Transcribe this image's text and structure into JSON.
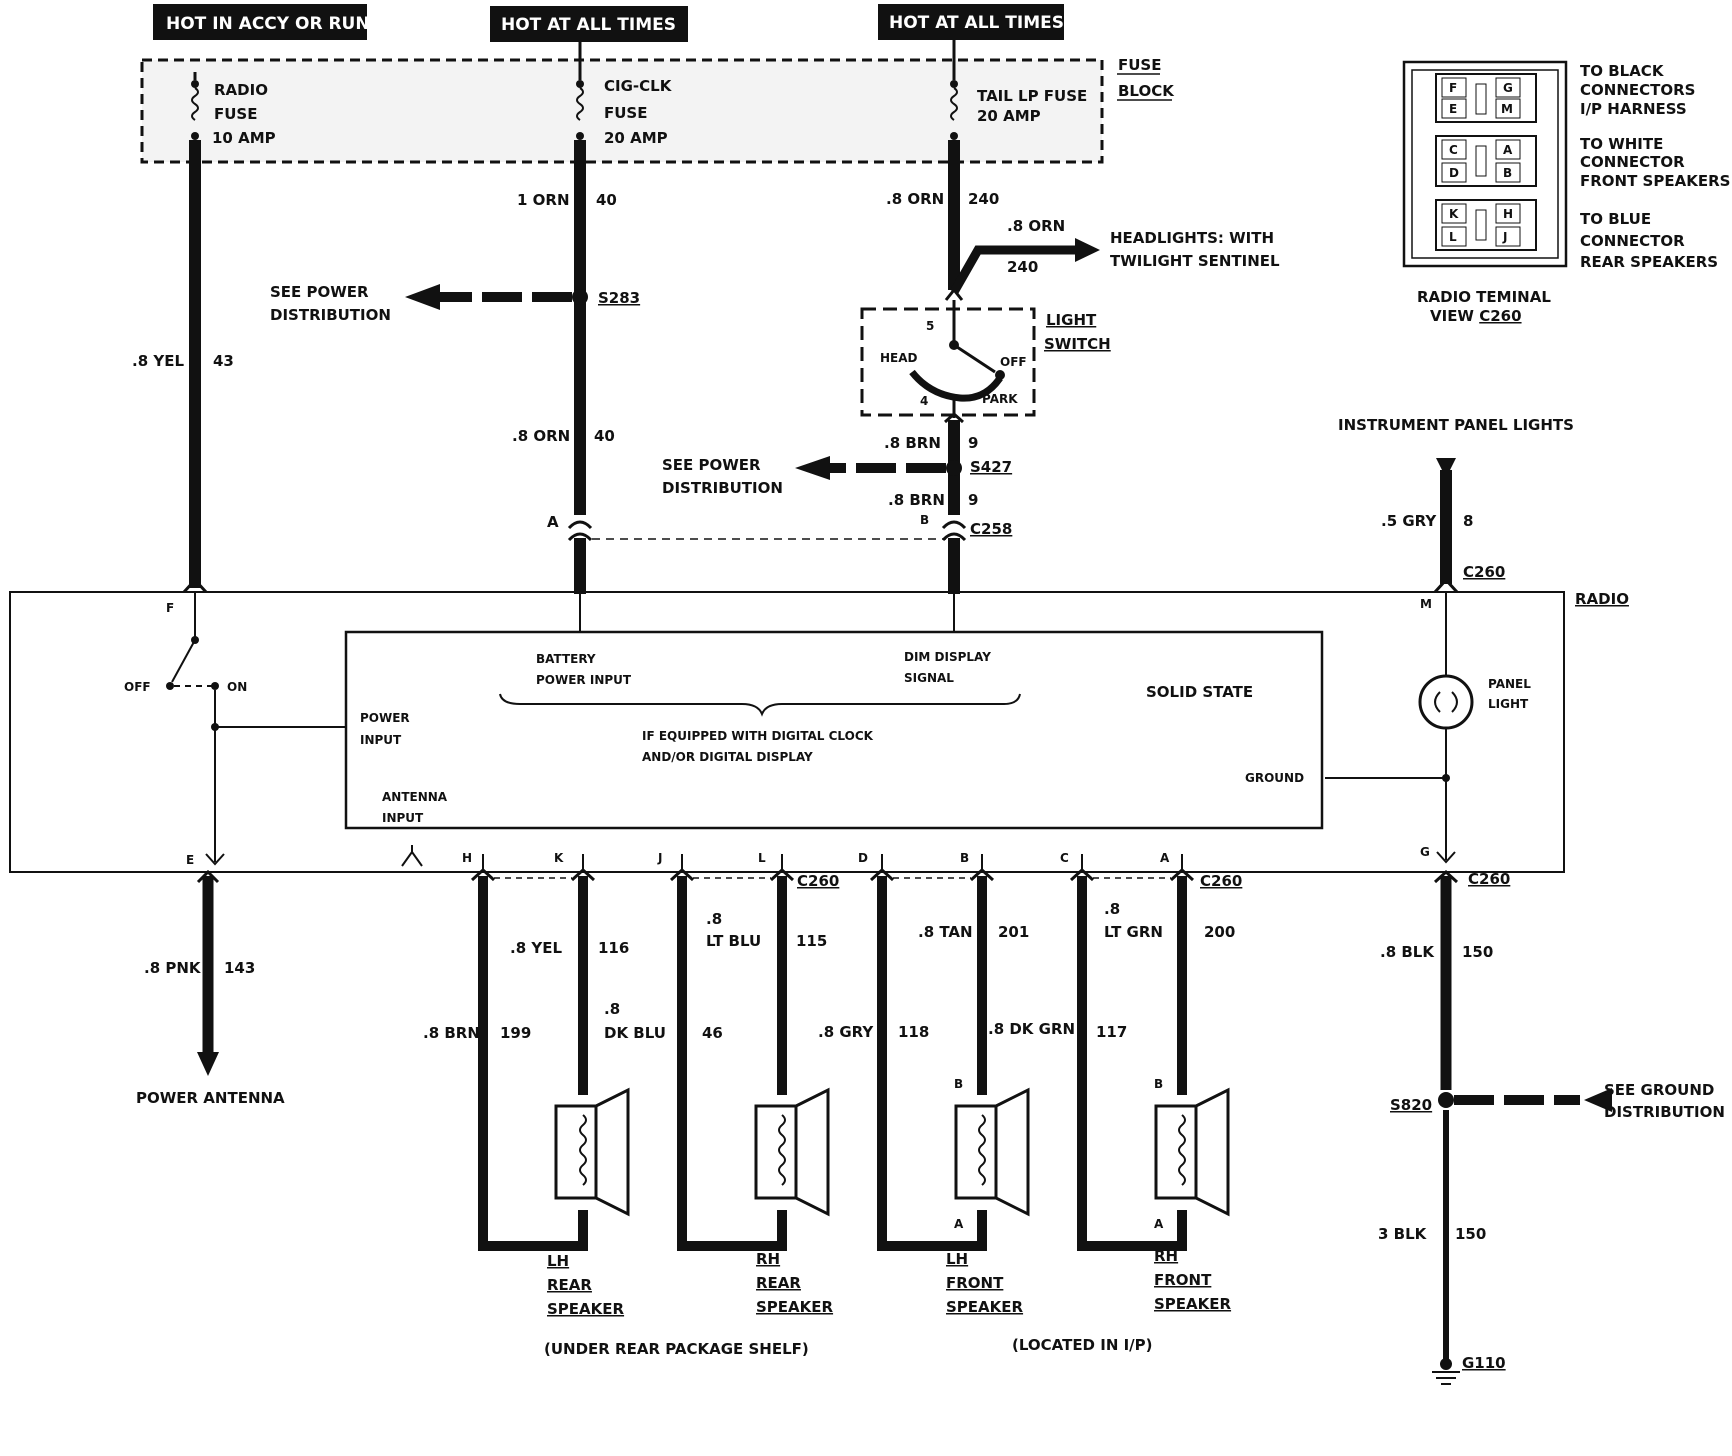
{
  "headers": {
    "h1": "HOT IN ACCY OR RUN",
    "h2": "HOT AT ALL TIMES",
    "h3": "HOT AT ALL TIMES"
  },
  "fuse_block": {
    "label1": "FUSE",
    "label2": "BLOCK",
    "radio_fuse": [
      "RADIO",
      "FUSE",
      "10 AMP"
    ],
    "cig_fuse": [
      "CIG-CLK",
      "FUSE",
      "20 AMP"
    ],
    "tail_fuse": [
      "TAIL LP FUSE",
      "20 AMP"
    ]
  },
  "wires": {
    "w43": ".8 YEL",
    "c43": "43",
    "w40a": "1 ORN",
    "c40a": "40",
    "w40b": ".8 ORN",
    "c40b": "40",
    "w240a": ".8 ORN",
    "c240a": "240",
    "w240b": ".8 ORN",
    "c240b": "240",
    "w9a": ".8 BRN",
    "c9a": "9",
    "w9b": ".8 BRN",
    "c9b": "9",
    "w8": ".5 GRY",
    "c8": "8",
    "w143": ".8 PNK",
    "c143": "143",
    "w116": ".8 YEL",
    "c116": "116",
    "w199": ".8 BRN",
    "c199": "199",
    "w46a": ".8",
    "w46b": "DK BLU",
    "c46": "46",
    "w115a": ".8",
    "w115b": "LT BLU",
    "c115": "115",
    "w118": ".8 GRY",
    "c118": "118",
    "w201": ".8 TAN",
    "c201": "201",
    "w117": ".8 DK GRN",
    "c117": "117",
    "w200a": ".8",
    "w200b": "LT GRN",
    "c200": "200",
    "w150a": ".8 BLK",
    "c150a": "150",
    "w150b": "3 BLK",
    "c150b": "150"
  },
  "splices": {
    "s283": "S283",
    "s427": "S427",
    "s820": "S820",
    "c258": "C258",
    "c260a": "C260",
    "c260b": "C260",
    "c260c": "C260",
    "c260d": "C260",
    "g110": "G110",
    "pinA": "A",
    "pinB": "B"
  },
  "notes": {
    "see_power1": [
      "SEE POWER",
      "DISTRIBUTION"
    ],
    "see_power2": [
      "SEE POWER",
      "DISTRIBUTION"
    ],
    "headlights": [
      "HEADLIGHTS: WITH",
      "TWILIGHT SENTINEL"
    ],
    "light_switch": [
      "LIGHT",
      "SWITCH"
    ],
    "switch_pos": {
      "head": "HEAD",
      "off": "OFF",
      "park": "PARK",
      "p5": "5",
      "p4": "4"
    },
    "instrument": "INSTRUMENT PANEL LIGHTS",
    "see_ground": [
      "SEE GROUND",
      "DISTRIBUTION"
    ],
    "power_antenna": "POWER ANTENNA"
  },
  "radio": {
    "title": "RADIO",
    "solid_state": "SOLID STATE",
    "battery": [
      "BATTERY",
      "POWER INPUT"
    ],
    "dim": [
      "DIM DISPLAY",
      "SIGNAL"
    ],
    "digital": [
      "IF EQUIPPED WITH DIGITAL CLOCK",
      "AND/OR DIGITAL DISPLAY"
    ],
    "power_input": [
      "POWER",
      "INPUT"
    ],
    "antenna_input": [
      "ANTENNA",
      "INPUT"
    ],
    "ground": "GROUND",
    "off": "OFF",
    "on": "ON",
    "panel_light": [
      "PANEL",
      "LIGHT"
    ],
    "pins": {
      "F": "F",
      "E": "E",
      "M": "M",
      "G": "G",
      "H": "H",
      "K": "K",
      "J": "J",
      "L": "L",
      "D": "D",
      "B": "B",
      "C": "C",
      "A": "A"
    }
  },
  "speakers": {
    "lh_rear": [
      "LH",
      "REAR",
      "SPEAKER"
    ],
    "rh_rear": [
      "RH",
      "REAR",
      "SPEAKER"
    ],
    "lh_front": [
      "LH",
      "FRONT",
      "SPEAKER"
    ],
    "rh_front": [
      "RH",
      "FRONT",
      "SPEAKER"
    ],
    "rear_note": "(UNDER REAR PACKAGE SHELF)",
    "front_note": "(LOCATED IN I/P)"
  },
  "terminal_view": {
    "title1": "RADIO TEMINAL",
    "title2a": "VIEW ",
    "title2b": "C260",
    "black": [
      "TO BLACK",
      "CONNECTORS",
      "I/P HARNESS"
    ],
    "white": [
      "TO WHITE",
      "CONNECTOR",
      "FRONT SPEAKERS"
    ],
    "blue": [
      "TO BLUE",
      "CONNECTOR",
      "REAR SPEAKERS"
    ],
    "cells": [
      "F",
      "G",
      "E",
      "M",
      "C",
      "A",
      "D",
      "B",
      "K",
      "H",
      "L",
      "J"
    ]
  }
}
